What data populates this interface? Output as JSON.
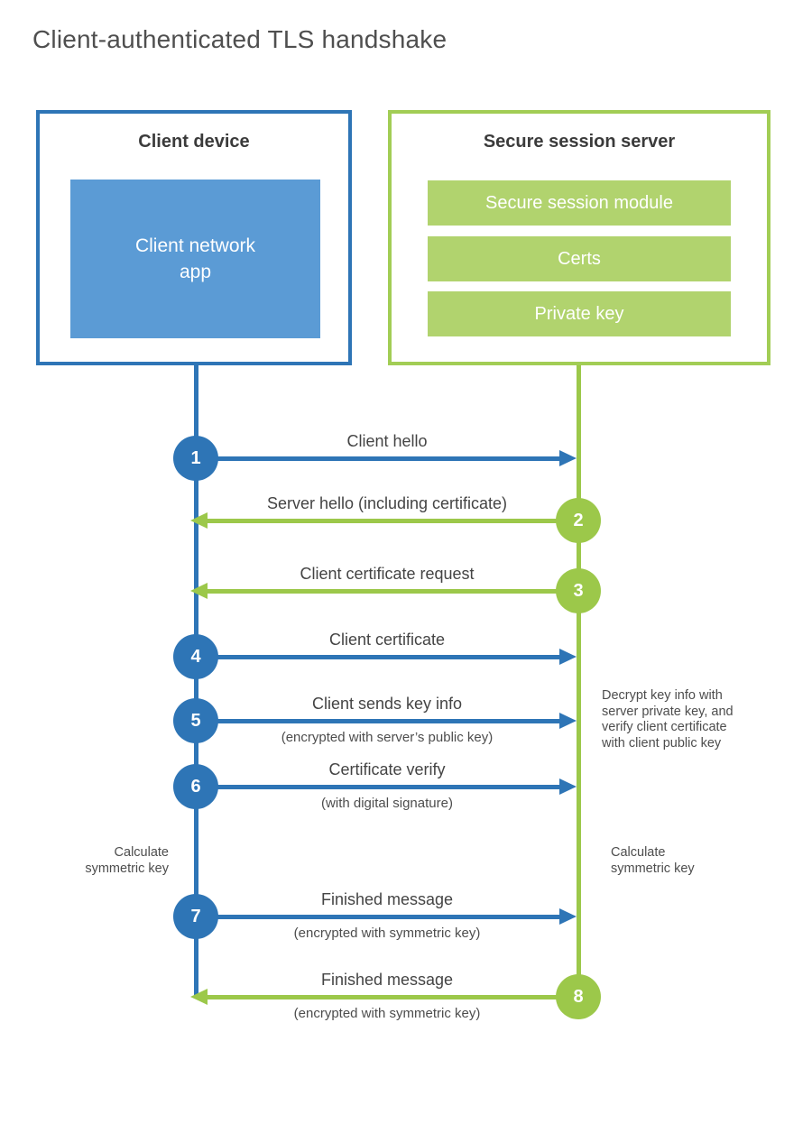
{
  "title": "Client-authenticated TLS handshake",
  "client": {
    "title": "Client device",
    "app_label": "Client network\napp"
  },
  "server": {
    "title": "Secure session server",
    "modules": [
      "Secure session module",
      "Certs",
      "Private key"
    ]
  },
  "steps": [
    {
      "num": "1",
      "from": "client",
      "direction": "right",
      "label": "Client hello",
      "sublabel": ""
    },
    {
      "num": "2",
      "from": "server",
      "direction": "left",
      "label": "Server hello (including certificate)",
      "sublabel": ""
    },
    {
      "num": "3",
      "from": "server",
      "direction": "left",
      "label": "Client certificate request",
      "sublabel": ""
    },
    {
      "num": "4",
      "from": "client",
      "direction": "right",
      "label": "Client certificate",
      "sublabel": ""
    },
    {
      "num": "5",
      "from": "client",
      "direction": "right",
      "label": "Client sends key info",
      "sublabel": "(encrypted with server’s public key)"
    },
    {
      "num": "6",
      "from": "client",
      "direction": "right",
      "label": "Certificate verify",
      "sublabel": "(with digital signature)"
    },
    {
      "num": "7",
      "from": "client",
      "direction": "right",
      "label": "Finished message",
      "sublabel": "(encrypted with symmetric key)"
    },
    {
      "num": "8",
      "from": "server",
      "direction": "left",
      "label": "Finished message",
      "sublabel": "(encrypted with symmetric key)"
    }
  ],
  "notes": {
    "decrypt": "Decrypt key info with\nserver private key, and\nverify client certificate\nwith client public key",
    "calc_client": "Calculate\nsymmetric key",
    "calc_server": "Calculate\nsymmetric key"
  },
  "colors": {
    "blue_stroke": "#2e75b6",
    "blue_fill": "#5b9bd5",
    "green_stroke": "#9cc84a",
    "green_fill": "#b1d36e",
    "text_dark": "#3b3b3b",
    "text_label": "#444444"
  }
}
